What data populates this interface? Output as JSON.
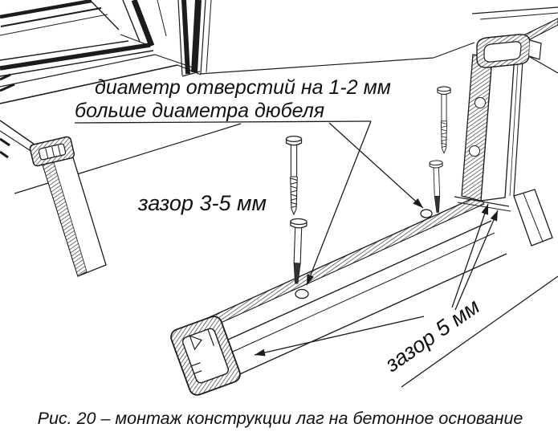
{
  "figure": {
    "caption": "Рис. 20 – монтаж конструкции лаг на бетонное основание",
    "labels": {
      "hole_diameter_line1": "диаметр отверстий на 1-2 мм",
      "hole_diameter_line2": "больше диаметра дюбеля",
      "gap_3_5": "зазор 3-5 мм",
      "gap_5": "зазор 5 мм"
    },
    "colors": {
      "line": "#1c1c1c",
      "background": "#ffffff"
    }
  }
}
